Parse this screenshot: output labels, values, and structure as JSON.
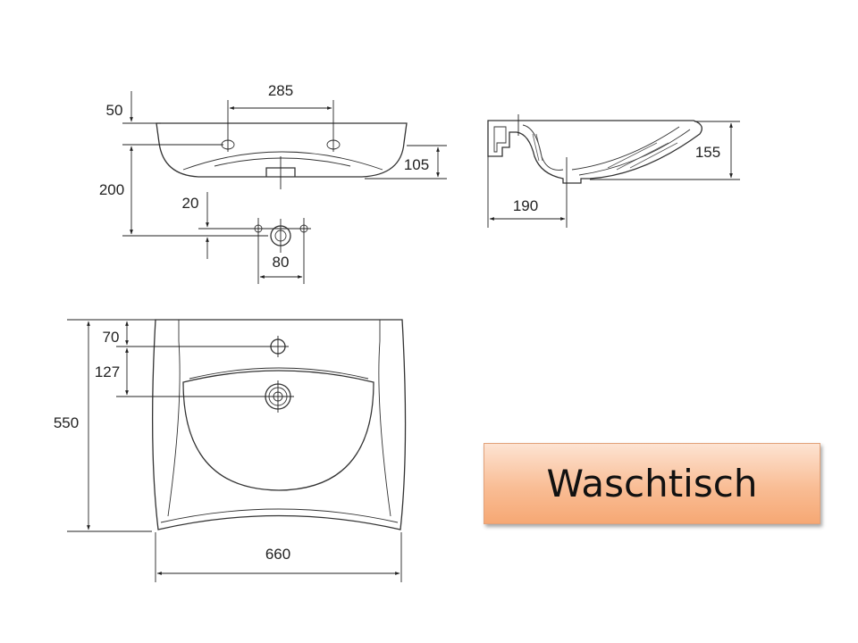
{
  "title": "Waschtisch",
  "dimensions": {
    "front_top_offset": "50",
    "tap_hole_spacing": "285",
    "front_height": "105",
    "front_total": "200",
    "drain_offset": "20",
    "drain_width": "80",
    "section_depth": "155",
    "section_width": "190",
    "top_tap_offset": "70",
    "top_drain_offset": "127",
    "top_depth": "550",
    "top_width": "660"
  }
}
